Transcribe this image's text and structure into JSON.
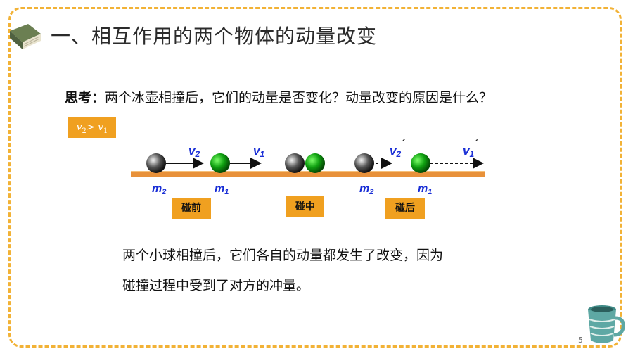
{
  "title": "一、相互作用的两个物体的动量改变",
  "question": {
    "label": "思考：",
    "text": "两个冰壶相撞后，它们的动量是否变化？动量改变的原因是什么？"
  },
  "condition": {
    "v2": "v",
    "sub2": "2",
    "gt": "> ",
    "v1": "v",
    "sub1": "1"
  },
  "diagram": {
    "v2": "v",
    "v2_sub": "2",
    "v1": "v",
    "v1_sub": "1",
    "m2": "m",
    "m2_sub": "2",
    "m1": "m",
    "m1_sub": "1",
    "prime": "´"
  },
  "stages": {
    "before": "碰前",
    "during": "碰中",
    "after": "碰后"
  },
  "conclusion": {
    "line1": "两个小球相撞后，它们各自的动量都发生了改变，因为",
    "line2": "碰撞过程中受到了对方的冲量。"
  },
  "page_number": "5",
  "colors": {
    "accent": "#f0a020",
    "frame": "#f2b236",
    "label_blue": "#1a2fd6",
    "ground": "#e8913a"
  },
  "icons": [
    "book-icon",
    "cup-icon"
  ]
}
